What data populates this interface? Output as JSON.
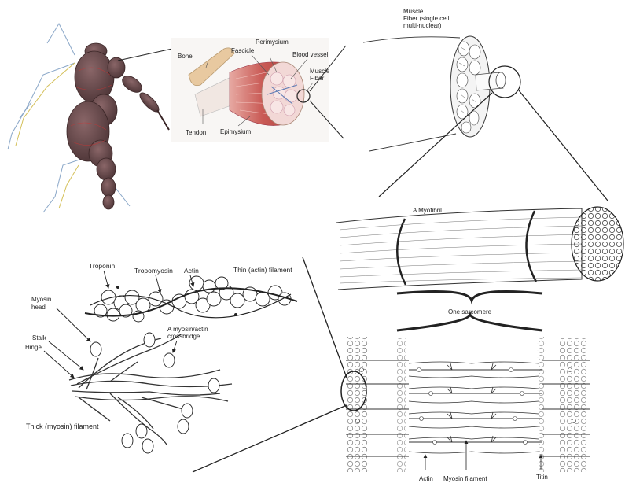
{
  "panels": {
    "muscle": {
      "labels": {
        "bone": "Bone",
        "tendon": "Tendon",
        "fascicle": "Fascicle",
        "perimysium": "Perimysium",
        "blood_vessel": "Blood vessel",
        "muscle_fiber": "Muscle Fiber",
        "epimysium": "Epimysium"
      }
    },
    "fiber": {
      "label_lines": [
        "Muscle",
        "Fiber (single cell,",
        "multi-nuclear)"
      ]
    },
    "myofibril": {
      "label": "A Myofibril",
      "sarcomere_label": "One sarcomere"
    },
    "sarcomere": {
      "labels": {
        "actin": "Actin",
        "myosin_filament": "Myosin filament",
        "titin": "Titin"
      }
    },
    "filaments": {
      "labels": {
        "troponin": "Troponin",
        "tropomyosin": "Tropomyosin",
        "actin": "Actin",
        "thin_filament": "Thin (actin) filament",
        "myosin_head": [
          "Myosin",
          "head"
        ],
        "stalk": "Stalk",
        "hinge": "Hinge",
        "crossbridge": [
          "A myosin/actin",
          "crossbridge"
        ],
        "thick_filament": "Thick (myosin) filament"
      }
    }
  },
  "colors": {
    "muscle_red": "#c96a6a",
    "model_body": "#6e4e50",
    "bone": "#e8c9a0",
    "ink": "#222222"
  }
}
